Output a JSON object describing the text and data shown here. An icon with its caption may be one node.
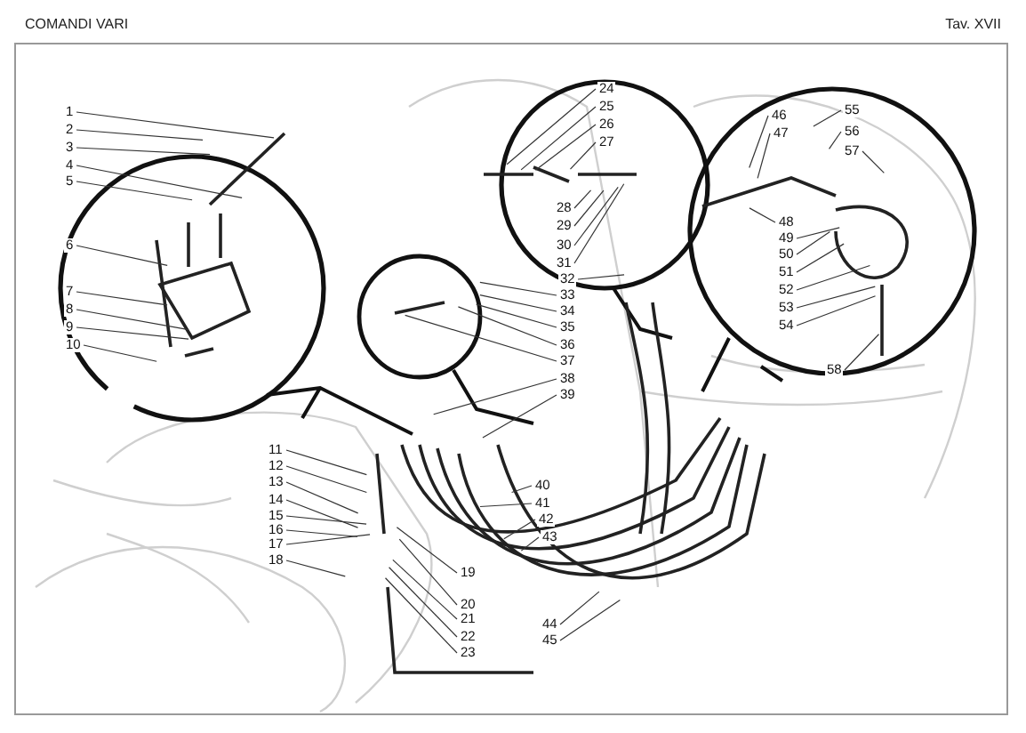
{
  "diagram": {
    "title": "COMANDI VARI",
    "nodes": [
      {
        "text": [
          "1"
        ]
      },
      {
        "text": [
          "2"
        ]
      },
      {
        "text": [
          "3"
        ]
      },
      {
        "text": [
          "4"
        ]
      },
      {
        "text": [
          "5"
        ]
      },
      {
        "text": [
          "6"
        ]
      },
      {
        "text": [
          "7"
        ]
      },
      {
        "text": [
          "8"
        ]
      },
      {
        "text": [
          "9"
        ]
      },
      {
        "text": [
          "10"
        ]
      },
      {
        "text": [
          "11"
        ]
      },
      {
        "text": [
          "12"
        ]
      },
      {
        "text": [
          "13"
        ]
      },
      {
        "text": [
          "14"
        ]
      },
      {
        "text": [
          "15"
        ]
      },
      {
        "text": [
          "16"
        ]
      },
      {
        "text": [
          "17"
        ]
      },
      {
        "text": [
          "18"
        ]
      },
      {
        "text": [
          "19"
        ]
      },
      {
        "text": [
          "20"
        ]
      },
      {
        "text": [
          "21"
        ]
      },
      {
        "text": [
          "22"
        ]
      },
      {
        "text": [
          "23"
        ]
      },
      {
        "text": [
          "24"
        ]
      },
      {
        "text": [
          "25"
        ]
      },
      {
        "text": [
          "26"
        ]
      },
      {
        "text": [
          "27"
        ]
      },
      {
        "text": [
          "28"
        ]
      },
      {
        "text": [
          "29"
        ]
      },
      {
        "text": [
          "30"
        ]
      },
      {
        "text": [
          "31"
        ]
      },
      {
        "text": [
          "32"
        ]
      },
      {
        "text": [
          "33"
        ]
      },
      {
        "text": [
          "34"
        ]
      },
      {
        "text": [
          "35"
        ]
      },
      {
        "text": [
          "36"
        ]
      },
      {
        "text": [
          "37"
        ]
      },
      {
        "text": [
          "38"
        ]
      },
      {
        "text": [
          "39"
        ]
      },
      {
        "text": [
          "40"
        ]
      },
      {
        "text": [
          "41"
        ]
      },
      {
        "text": [
          "42"
        ]
      },
      {
        "text": [
          "43"
        ]
      },
      {
        "text": [
          "44"
        ]
      },
      {
        "text": [
          "45"
        ]
      },
      {
        "text": [
          "46"
        ]
      },
      {
        "text": [
          "47"
        ]
      },
      {
        "text": [
          "48"
        ]
      },
      {
        "text": [
          "49"
        ]
      },
      {
        "text": [
          "50"
        ]
      },
      {
        "text": [
          "51"
        ]
      },
      {
        "text": [
          "52"
        ]
      },
      {
        "text": [
          "53"
        ]
      },
      {
        "text": [
          "54"
        ]
      },
      {
        "text": [
          "55"
        ]
      },
      {
        "text": [
          "56"
        ]
      },
      {
        "text": [
          "57"
        ]
      },
      {
        "text": [
          "58"
        ]
      }
    ],
    "edges": [
      {
        "from": 0,
        "to": null,
        "arrow": "none"
      },
      {
        "from": 1,
        "to": null,
        "arrow": "none"
      },
      {
        "from": 2,
        "to": null,
        "arrow": "none"
      },
      {
        "from": 3,
        "to": null,
        "arrow": "none"
      },
      {
        "from": 4,
        "to": null,
        "arrow": "none"
      },
      {
        "from": 5,
        "to": null,
        "arrow": "none"
      },
      {
        "from": 6,
        "to": null,
        "arrow": "none"
      },
      {
        "from": 7,
        "to": null,
        "arrow": "none"
      },
      {
        "from": 8,
        "to": null,
        "arrow": "none"
      },
      {
        "from": 9,
        "to": null,
        "arrow": "none"
      },
      {
        "from": 10,
        "to": null,
        "arrow": "none"
      },
      {
        "from": 11,
        "to": null,
        "arrow": "none"
      },
      {
        "from": 12,
        "to": null,
        "arrow": "none"
      },
      {
        "from": 13,
        "to": null,
        "arrow": "none"
      },
      {
        "from": 14,
        "to": null,
        "arrow": "none"
      },
      {
        "from": 15,
        "to": null,
        "arrow": "none"
      },
      {
        "from": 16,
        "to": null,
        "arrow": "none"
      },
      {
        "from": 17,
        "to": null,
        "arrow": "none"
      },
      {
        "from": 18,
        "to": null,
        "arrow": "none"
      },
      {
        "from": 19,
        "to": null,
        "arrow": "none"
      },
      {
        "from": 20,
        "to": null,
        "arrow": "none"
      },
      {
        "from": 21,
        "to": null,
        "arrow": "none"
      },
      {
        "from": 22,
        "to": null,
        "arrow": "none"
      },
      {
        "from": 23,
        "to": null,
        "arrow": "none"
      },
      {
        "from": 24,
        "to": null,
        "arrow": "none"
      },
      {
        "from": 25,
        "to": null,
        "arrow": "none"
      },
      {
        "from": 26,
        "to": null,
        "arrow": "none"
      },
      {
        "from": 27,
        "to": null,
        "arrow": "none"
      },
      {
        "from": 28,
        "to": null,
        "arrow": "none"
      },
      {
        "from": 29,
        "to": null,
        "arrow": "none"
      },
      {
        "from": 30,
        "to": null,
        "arrow": "none"
      },
      {
        "from": 31,
        "to": null,
        "arrow": "none"
      },
      {
        "from": 32,
        "to": null,
        "arrow": "none"
      },
      {
        "from": 33,
        "to": null,
        "arrow": "none"
      },
      {
        "from": 34,
        "to": null,
        "arrow": "none"
      },
      {
        "from": 35,
        "to": null,
        "arrow": "none"
      },
      {
        "from": 36,
        "to": null,
        "arrow": "none"
      },
      {
        "from": 37,
        "to": null,
        "arrow": "none"
      },
      {
        "from": 38,
        "to": null,
        "arrow": "none"
      },
      {
        "from": 39,
        "to": null,
        "arrow": "none"
      },
      {
        "from": 40,
        "to": null,
        "arrow": "none"
      },
      {
        "from": 41,
        "to": null,
        "arrow": "none"
      },
      {
        "from": 42,
        "to": null,
        "arrow": "none"
      },
      {
        "from": 43,
        "to": null,
        "arrow": "none"
      },
      {
        "from": 44,
        "to": null,
        "arrow": "none"
      },
      {
        "from": 45,
        "to": null,
        "arrow": "none"
      },
      {
        "from": 46,
        "to": null,
        "arrow": "none"
      },
      {
        "from": 47,
        "to": null,
        "arrow": "none"
      },
      {
        "from": 48,
        "to": null,
        "arrow": "none"
      },
      {
        "from": 49,
        "to": null,
        "arrow": "none"
      },
      {
        "from": 50,
        "to": null,
        "arrow": "none"
      },
      {
        "from": 51,
        "to": null,
        "arrow": "none"
      },
      {
        "from": 52,
        "to": null,
        "arrow": "none"
      },
      {
        "from": 53,
        "to": null,
        "arrow": "none"
      },
      {
        "from": 54,
        "to": null,
        "arrow": "none"
      },
      {
        "from": 55,
        "to": null,
        "arrow": "none"
      },
      {
        "from": 56,
        "to": null,
        "arrow": "none"
      },
      {
        "from": 57,
        "to": null,
        "arrow": "none"
      }
    ],
    "labels": [
      "Tav. XVII"
    ]
  }
}
